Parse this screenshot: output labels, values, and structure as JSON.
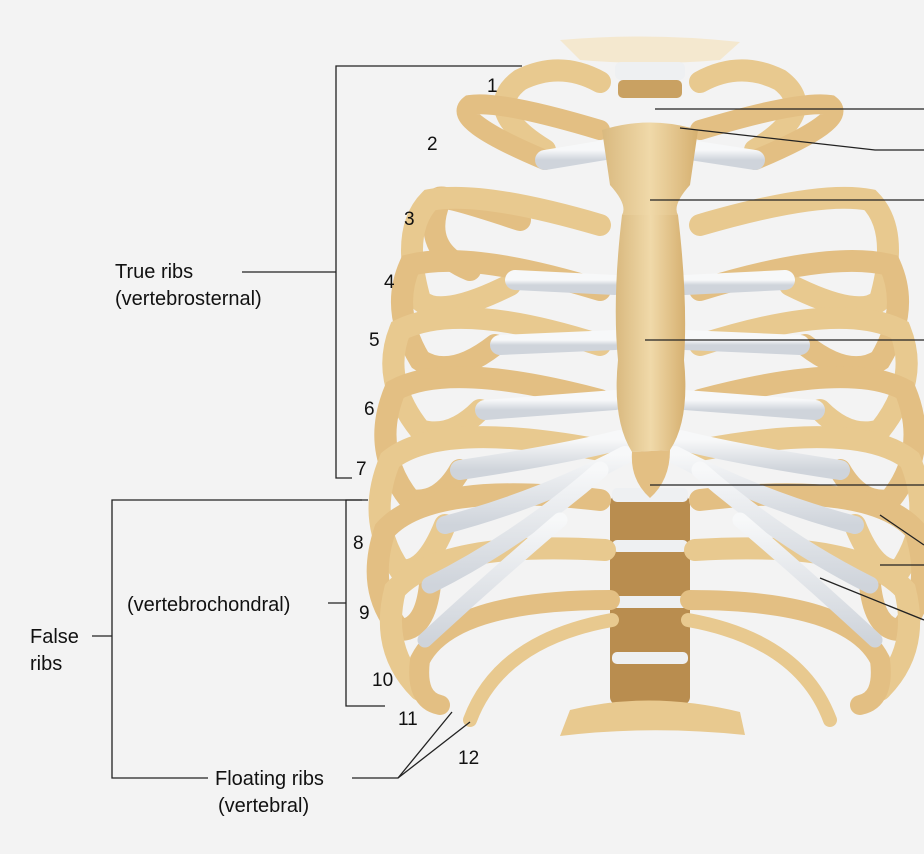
{
  "labels": {
    "true_ribs": "True ribs",
    "true_ribs_sub": "(vertebrosternal)",
    "false_ribs_1": "False",
    "false_ribs_2": "ribs",
    "vertebrochondral": "(vertebrochondral)",
    "floating_ribs": "Floating ribs",
    "floating_ribs_sub": "(vertebral)"
  },
  "rib_numbers": [
    "1",
    "2",
    "3",
    "4",
    "5",
    "6",
    "7",
    "8",
    "9",
    "10",
    "11",
    "12"
  ],
  "colors": {
    "bone": "#e8c98f",
    "bone_shade": "#c9a162",
    "cartilage": "#eef0f2",
    "cartilage_shade": "#c9ced6",
    "vertebra": "#b98d4f",
    "background": "#f3f3f3",
    "line": "#222222"
  }
}
